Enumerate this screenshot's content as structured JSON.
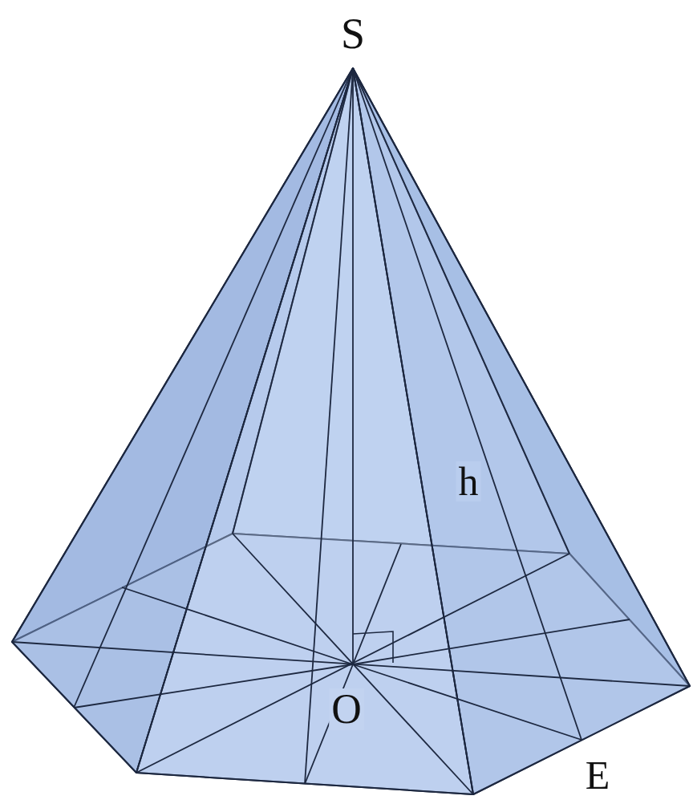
{
  "diagram": {
    "labels": [
      "S",
      "h",
      "O",
      "E"
    ]
  }
}
